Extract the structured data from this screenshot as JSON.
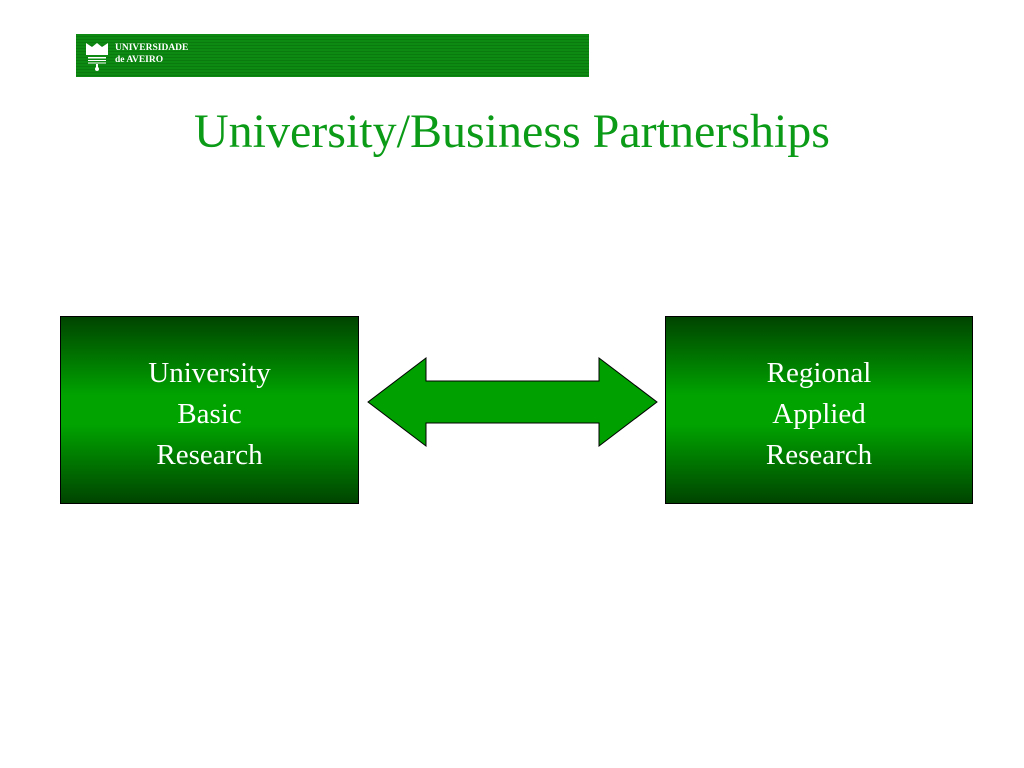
{
  "header": {
    "logo_line1": "UNIVERSIDADE",
    "logo_line2": "de AVEIRO",
    "logo_icon": "university-emblem-icon",
    "bar_color": "#0d8a12"
  },
  "slide": {
    "title": "University/Business Partnerships",
    "title_color": "#0b9b17"
  },
  "diagram": {
    "left_box": {
      "lines": [
        "University",
        "Basic",
        "Research"
      ]
    },
    "right_box": {
      "lines": [
        "Regional",
        "Applied",
        "Research"
      ]
    },
    "connector": "double-headed-arrow",
    "box_color": "#00a300",
    "arrow_color": "#00a000"
  }
}
